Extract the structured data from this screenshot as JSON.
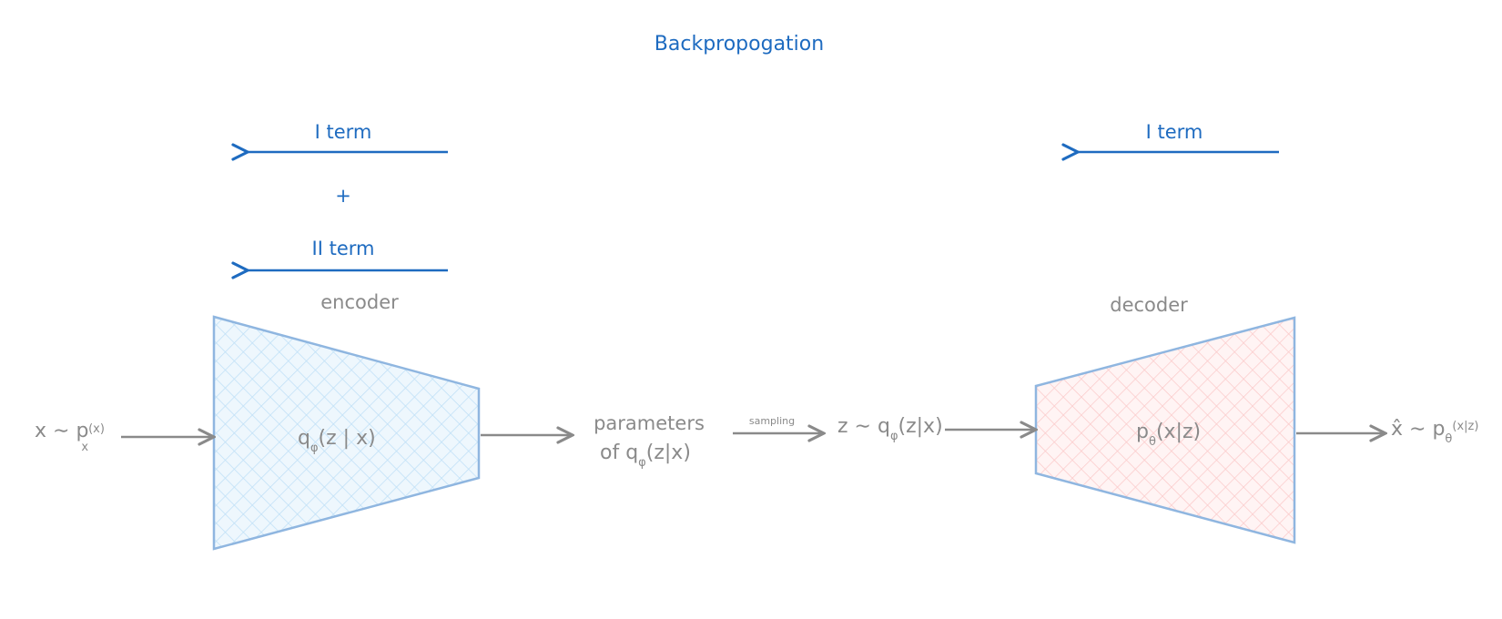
{
  "title": "Backpropogation",
  "left_terms": {
    "term1": "I term",
    "plus": "+",
    "term2": "II term"
  },
  "right_term": "I term",
  "encoder": {
    "label": "encoder",
    "formula": "q",
    "formula_sub": "φ",
    "formula_tail": "(z | x)"
  },
  "decoder": {
    "label": "decoder",
    "formula": "p",
    "formula_sub": "θ",
    "formula_tail": "(x|z)"
  },
  "input": {
    "lhs": "x ∼ p",
    "sub": "x",
    "sup": "(x)"
  },
  "parameters": {
    "line1": "parameters",
    "line2_prefix": "of  q",
    "line2_sub": "φ",
    "line2_tail": "(z|x)"
  },
  "sampling_label": "sampling",
  "latent": {
    "prefix": "z ∼ q",
    "sub": "φ",
    "tail": "(z|x)"
  },
  "output": {
    "prefix": "x̂ ∼ p",
    "sub": "θ",
    "sup": "(x|z)"
  },
  "colors": {
    "blue": "#1e6bc0",
    "gray": "#8a8a8a",
    "encoder_stroke": "#8fb6e0",
    "encoder_hatch": "#bfe0f7",
    "decoder_hatch": "#fbcaca"
  }
}
